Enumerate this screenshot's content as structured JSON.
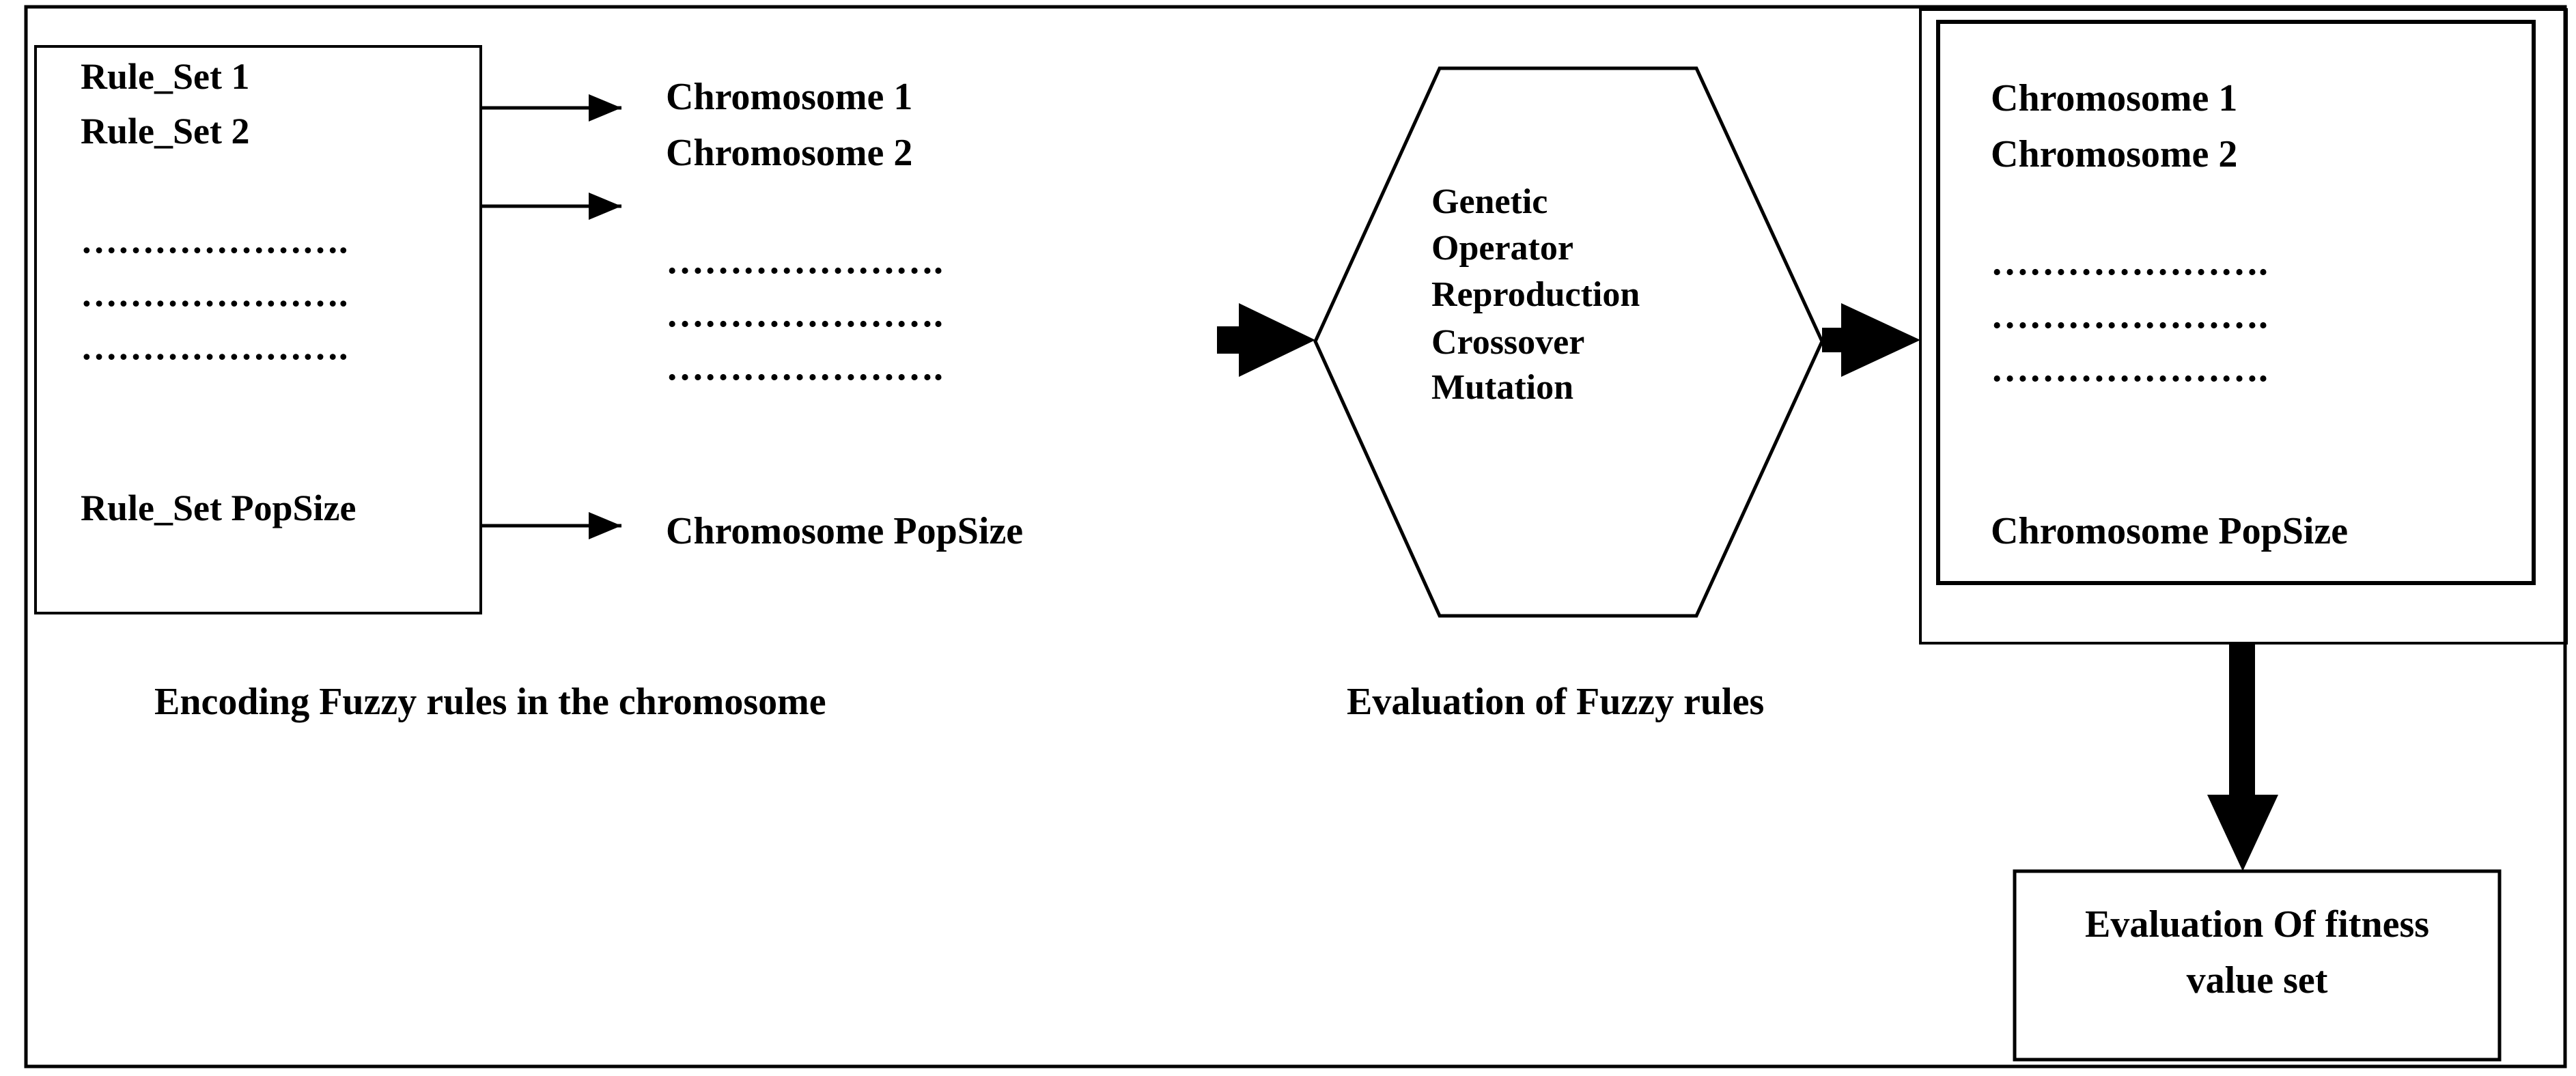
{
  "colors": {
    "stroke": "#000000",
    "background": "#ffffff"
  },
  "rule_sets": {
    "item1": "Rule_Set 1",
    "item2": "Rule_Set 2",
    "dots1": "………………….",
    "dots2": "………………….",
    "dots3": "………………….",
    "last": "Rule_Set PopSize"
  },
  "chromosomes": {
    "item1": "Chromosome 1",
    "item2": "Chromosome 2",
    "dots1": "………………….",
    "dots2": "………………….",
    "dots3": "………………….",
    "last": "Chromosome PopSize"
  },
  "genetic_operator": {
    "line1": "Genetic",
    "line2": "Operator",
    "line3": "Reproduction",
    "line4": "Crossover",
    "line5": "Mutation"
  },
  "new_population": {
    "item1": "Chromosome 1",
    "item2": "Chromosome 2",
    "dots1": "………………….",
    "dots2": "………………….",
    "dots3": "………………….",
    "last": "Chromosome PopSize"
  },
  "captions": {
    "encoding": "Encoding Fuzzy  rules in the chromosome",
    "evaluation": "Evaluation of Fuzzy  rules"
  },
  "fitness_box": {
    "line1": "Evaluation Of fitness",
    "line2": "value set"
  }
}
